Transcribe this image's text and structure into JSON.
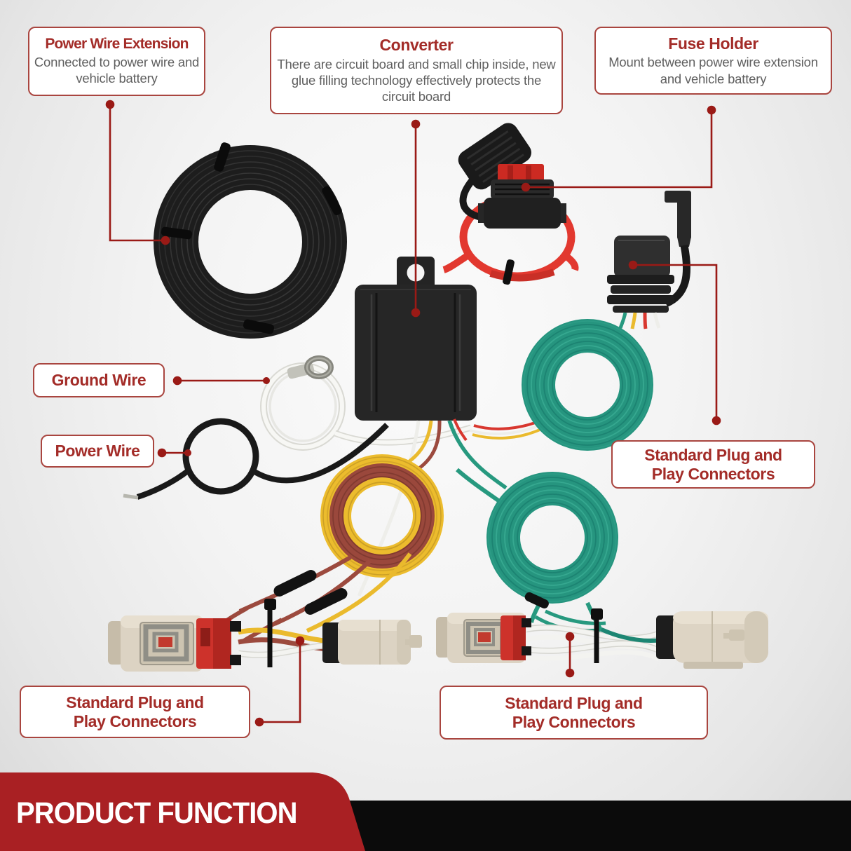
{
  "callouts": {
    "power_wire_extension": {
      "title": "Power Wire Extension",
      "description": "Connected to power wire and vehicle battery"
    },
    "converter": {
      "title": "Converter",
      "description": "There are circuit board and small chip inside, new glue filling technology effectively protects the circuit board"
    },
    "fuse_holder": {
      "title": "Fuse Holder",
      "description": "Mount between power wire extension and vehicle battery"
    },
    "ground_wire": {
      "title": "Ground Wire"
    },
    "power_wire": {
      "title": "Power Wire"
    },
    "plug_connectors_right": {
      "title": "Standard Plug and Play Connectors"
    },
    "plug_connectors_bottom_left": {
      "title": "Standard Plug and Play Connectors"
    },
    "plug_connectors_bottom_center": {
      "title": "Standard Plug and Play Connectors"
    }
  },
  "banner": {
    "title": "PRODUCT FUNCTION"
  },
  "colors": {
    "callout_border": "#a9453f",
    "callout_title": "#a32c28",
    "callout_text": "#5f5f5f",
    "leader_line": "#9a1a16",
    "banner_red": "#a92023",
    "banner_black": "#0b0b0b",
    "banner_text": "#ffffff",
    "wire_green": "#27997f",
    "wire_yellow": "#eaba2d",
    "wire_brown": "#9c4a3e",
    "wire_red": "#e2382f",
    "wire_black": "#1c1c1c",
    "wire_white": "#f2f2ef",
    "connector_beige": "#dcd3c3",
    "connector_lock_red": "#cd322b"
  }
}
